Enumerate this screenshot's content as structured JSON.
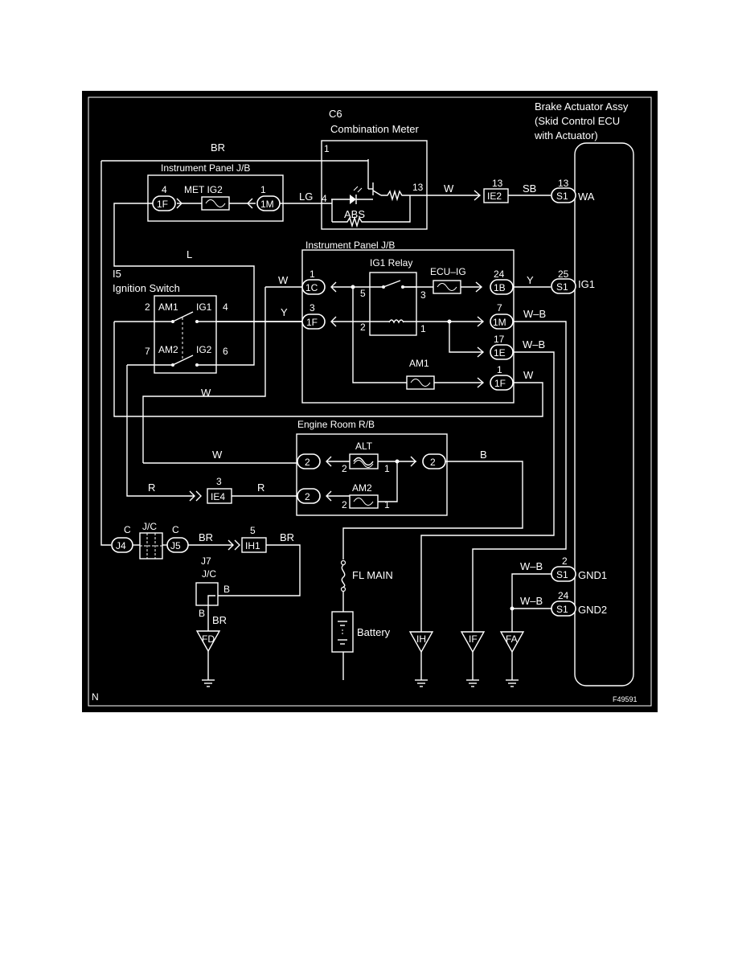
{
  "figure_code": "F49591",
  "corner_mark": "N",
  "brake_actuator": {
    "title": "Brake Actuator Assy",
    "line2": "(Skid Control ECU",
    "line3": "with Actuator)",
    "pins": {
      "wa": "WA",
      "ig1": "IG1",
      "gnd1": "GND1",
      "gnd2": "GND2"
    }
  },
  "combination_meter": {
    "code": "C6",
    "title": "Combination Meter",
    "abs": "ABS",
    "pin1": "1",
    "pin4": "4",
    "pin13": "13"
  },
  "instrument_panel_jb_top": {
    "title": "Instrument Panel J/B",
    "fuse": "MET IG2",
    "left_pin": "4",
    "left_conn": "1F",
    "right_pin": "1",
    "right_conn": "1M"
  },
  "instrument_panel_jb_main": {
    "title": "Instrument Panel J/B",
    "relay": "IG1 Relay",
    "fuse_ecu": "ECU–IG",
    "fuse_am1": "AM1",
    "conn_1c": "1C",
    "conn_1f": "1F",
    "conn_1b": "1B",
    "conn_1m": "1M",
    "conn_1e": "1E",
    "conn_1f2": "1F",
    "pin_1": "1",
    "pin_3": "3",
    "pin_24": "24",
    "pin_7": "7",
    "pin_17": "17",
    "pin_1b": "1",
    "relay_5": "5",
    "relay_3": "3",
    "relay_2": "2",
    "relay_1": "1"
  },
  "ignition_switch": {
    "code": "I5",
    "title": "Ignition Switch",
    "am1": "AM1",
    "ig1": "IG1",
    "am2": "AM2",
    "ig2": "IG2",
    "p2": "2",
    "p4": "4",
    "p7": "7",
    "p6": "6"
  },
  "engine_room_rb": {
    "title": "Engine Room R/B",
    "alt": "ALT",
    "am2": "AM2",
    "conn": "2",
    "p2a": "2",
    "p1a": "1",
    "p2b": "2",
    "p1b": "1"
  },
  "connectors": {
    "ie2": "IE2",
    "ie2_pin": "13",
    "s1_wa": "S1",
    "s1_wa_pin": "13",
    "s1_ig1": "S1",
    "s1_ig1_pin": "25",
    "s1_gnd1": "S1",
    "s1_gnd1_pin": "2",
    "s1_gnd2": "S1",
    "s1_gnd2_pin": "24",
    "ie4": "IE4",
    "ie4_pin": "3",
    "ih1": "IH1",
    "ih1_pin": "5",
    "j4": "J4",
    "j5": "J5",
    "jc": "J/C",
    "j4_c": "C",
    "j5_c": "C"
  },
  "j7": {
    "code": "J7",
    "title": "J/C",
    "b1": "B",
    "b2": "B"
  },
  "wires": {
    "br_top": "BR",
    "lg": "LG",
    "w_meter": "W",
    "sb": "SB",
    "l": "L",
    "w_1c": "W",
    "y_1f": "Y",
    "y_ig1": "Y",
    "wb_1m": "W–B",
    "wb_1e": "W–B",
    "w_1f": "W",
    "w_sw": "W",
    "w_alt": "W",
    "b_er": "B",
    "r1": "R",
    "r2": "R",
    "br_j5": "BR",
    "br_ih1": "BR",
    "br_j7": "BR",
    "wb_gnd1": "W–B",
    "wb_gnd2": "W–B"
  },
  "fusible_link": "FL MAIN",
  "battery": "Battery",
  "grounds": {
    "fd": "FD",
    "ih": "IH",
    "if": "IF",
    "fa": "FA"
  }
}
